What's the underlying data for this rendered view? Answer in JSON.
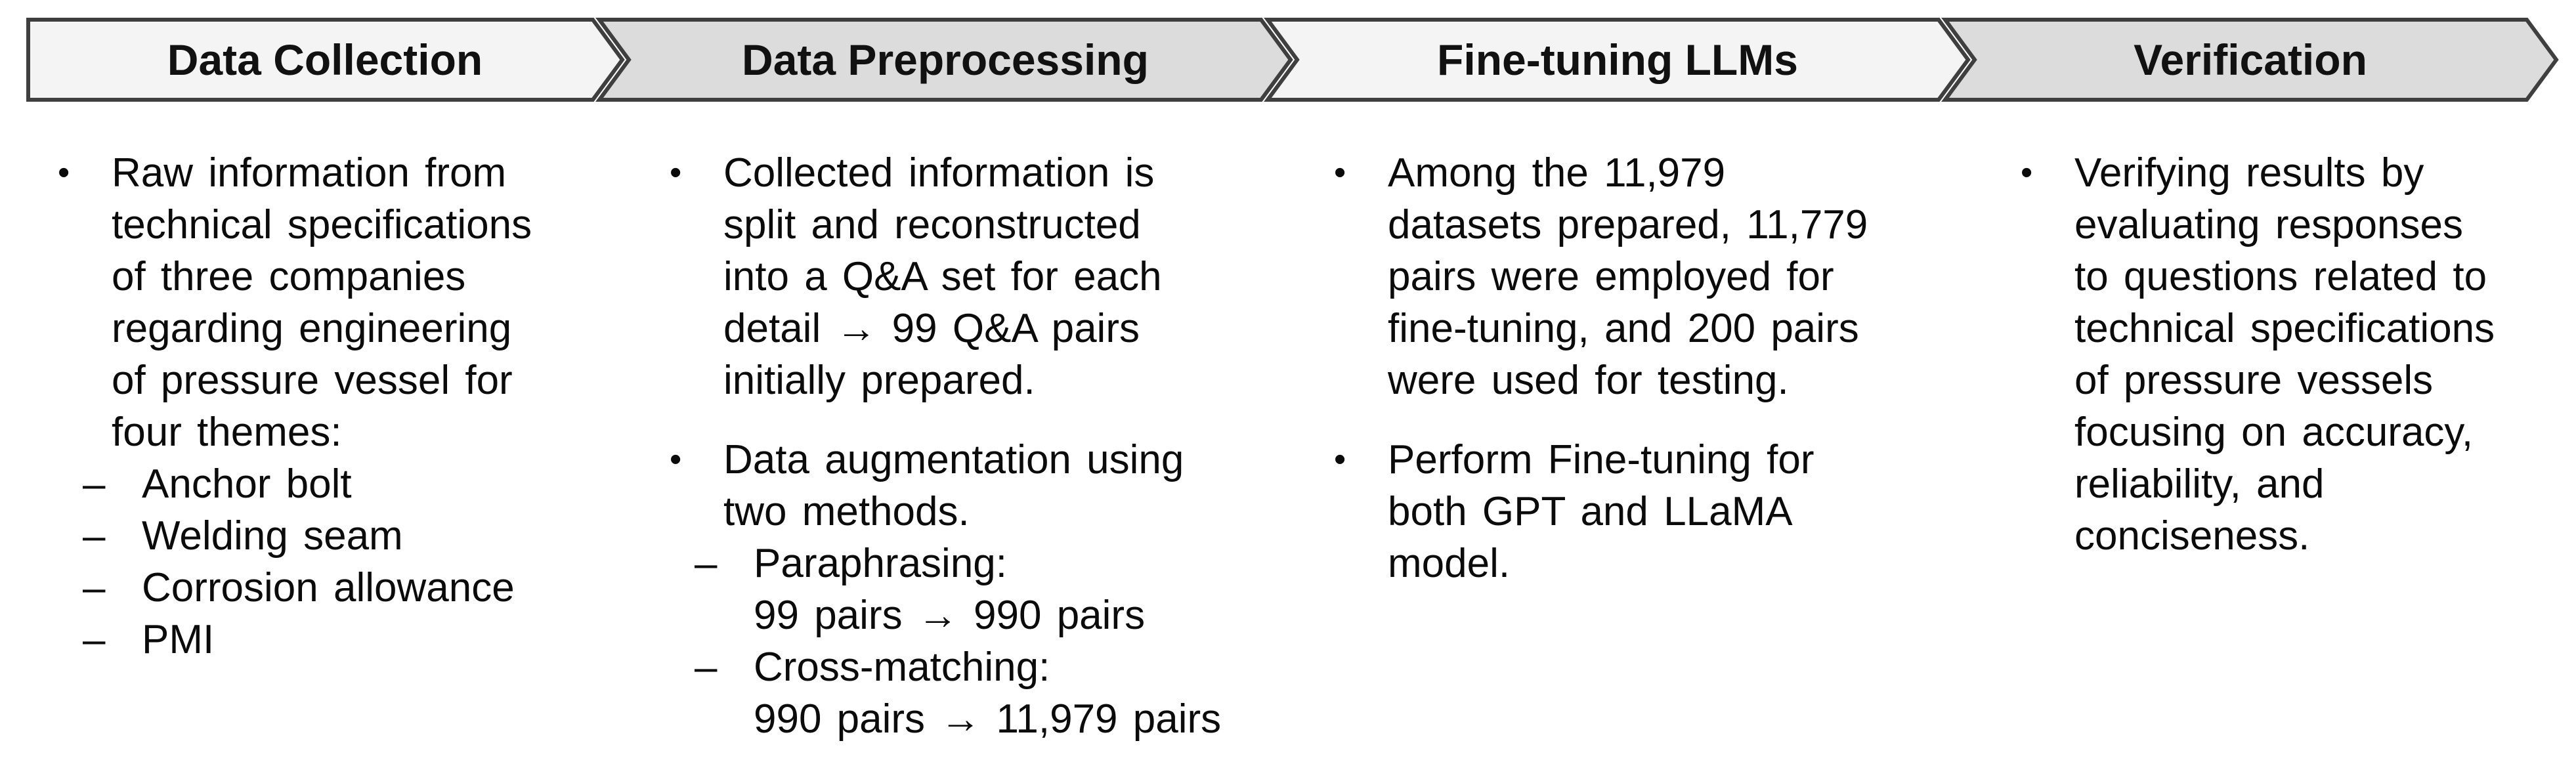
{
  "banner": {
    "border_color": "#3f3f3f",
    "stages": [
      {
        "label": "Data Collection",
        "fill": "#f4f4f4"
      },
      {
        "label": "Data Preprocessing",
        "fill": "#dcdcdc"
      },
      {
        "label": "Fine-tuning LLMs",
        "fill": "#f4f4f4"
      },
      {
        "label": "Verification",
        "fill": "#dcdcdc"
      }
    ]
  },
  "markers": {
    "bullet": "•",
    "dash": "–"
  },
  "columns": [
    {
      "name": "data-collection",
      "items": [
        {
          "type": "bullet",
          "lines": [
            "Raw information from",
            "technical specifications",
            "of three companies",
            "regarding engineering",
            "of pressure vessel for",
            "four themes:"
          ]
        },
        {
          "type": "dash",
          "lines": [
            "Anchor bolt"
          ]
        },
        {
          "type": "dash",
          "lines": [
            "Welding seam"
          ]
        },
        {
          "type": "dash",
          "lines": [
            "Corrosion allowance"
          ]
        },
        {
          "type": "dash",
          "lines": [
            "PMI"
          ]
        }
      ]
    },
    {
      "name": "data-preprocessing",
      "items": [
        {
          "type": "bullet",
          "lines": [
            "Collected information is",
            "split and reconstructed",
            "into a Q&A set for each",
            "detail → 99 Q&A pairs",
            "initially prepared."
          ]
        },
        {
          "type": "bullet",
          "lines": [
            "Data augmentation using",
            "two methods."
          ]
        },
        {
          "type": "dash",
          "lines": [
            "Paraphrasing:",
            "99 pairs → 990 pairs"
          ]
        },
        {
          "type": "dash",
          "lines": [
            "Cross-matching:",
            "990 pairs → 11,979 pairs"
          ]
        }
      ]
    },
    {
      "name": "fine-tuning-llms",
      "items": [
        {
          "type": "bullet",
          "lines": [
            "Among the 11,979",
            "datasets prepared, 11,779",
            "pairs were employed for",
            "fine-tuning, and 200 pairs",
            "were used for testing."
          ]
        },
        {
          "type": "bullet",
          "lines": [
            "Perform Fine-tuning for",
            "both GPT and LLaMA",
            "model."
          ]
        }
      ]
    },
    {
      "name": "verification",
      "items": [
        {
          "type": "bullet",
          "lines": [
            "Verifying results by",
            "evaluating responses",
            "to questions related to",
            "technical specifications",
            "of pressure vessels",
            "focusing on accuracy,",
            "reliability, and",
            "conciseness."
          ]
        }
      ]
    }
  ]
}
